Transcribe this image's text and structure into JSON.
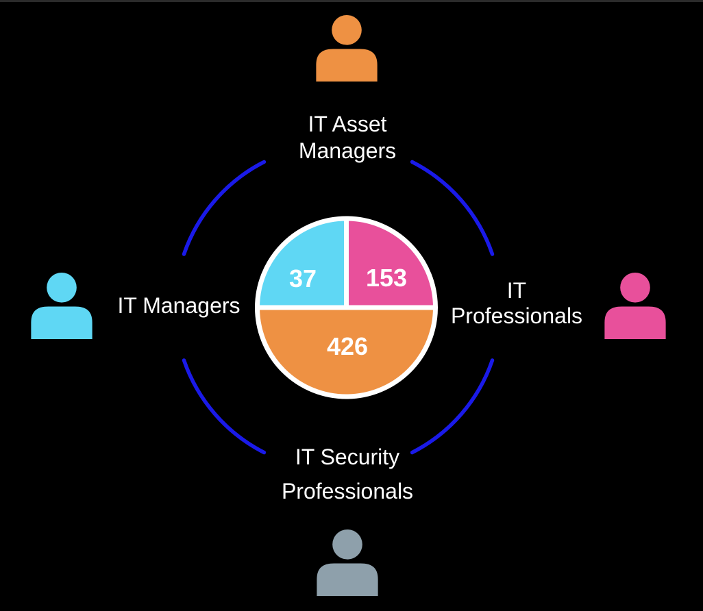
{
  "colors": {
    "background": "#000000",
    "window_edge": "#2b2b2b",
    "ring_blue": "#1A1AE8",
    "pie_border": "#FFFFFF",
    "text": "#FFFFFF"
  },
  "chart_data": {
    "type": "pie",
    "title": "",
    "legend_position": "none",
    "segments": [
      {
        "value": 37,
        "color": "#5FD7F4",
        "slice_position": "top-left quarter"
      },
      {
        "value": 153,
        "color": "#E8509B",
        "slice_position": "top-right quarter"
      },
      {
        "value": 426,
        "color": "#EE9143",
        "slice_position": "bottom half"
      }
    ],
    "decoration": "four blue arc segments form a broken ring around the pie"
  },
  "groups": [
    {
      "label": "IT Asset Managers",
      "lines": [
        "IT Asset",
        "Managers"
      ],
      "icon": "person",
      "icon_color": "#EE9143",
      "position": "top"
    },
    {
      "label": "IT Professionals",
      "lines": [
        "IT",
        "Professionals"
      ],
      "icon": "person",
      "icon_color": "#E8509B",
      "position": "right"
    },
    {
      "label": "IT Security Professionals",
      "lines": [
        "IT Security",
        "Professionals"
      ],
      "icon": "person",
      "icon_color": "#8EA0AB",
      "position": "bottom"
    },
    {
      "label": "IT Managers",
      "lines": [
        "IT Managers"
      ],
      "icon": "person",
      "icon_color": "#5FD7F4",
      "position": "left"
    }
  ]
}
